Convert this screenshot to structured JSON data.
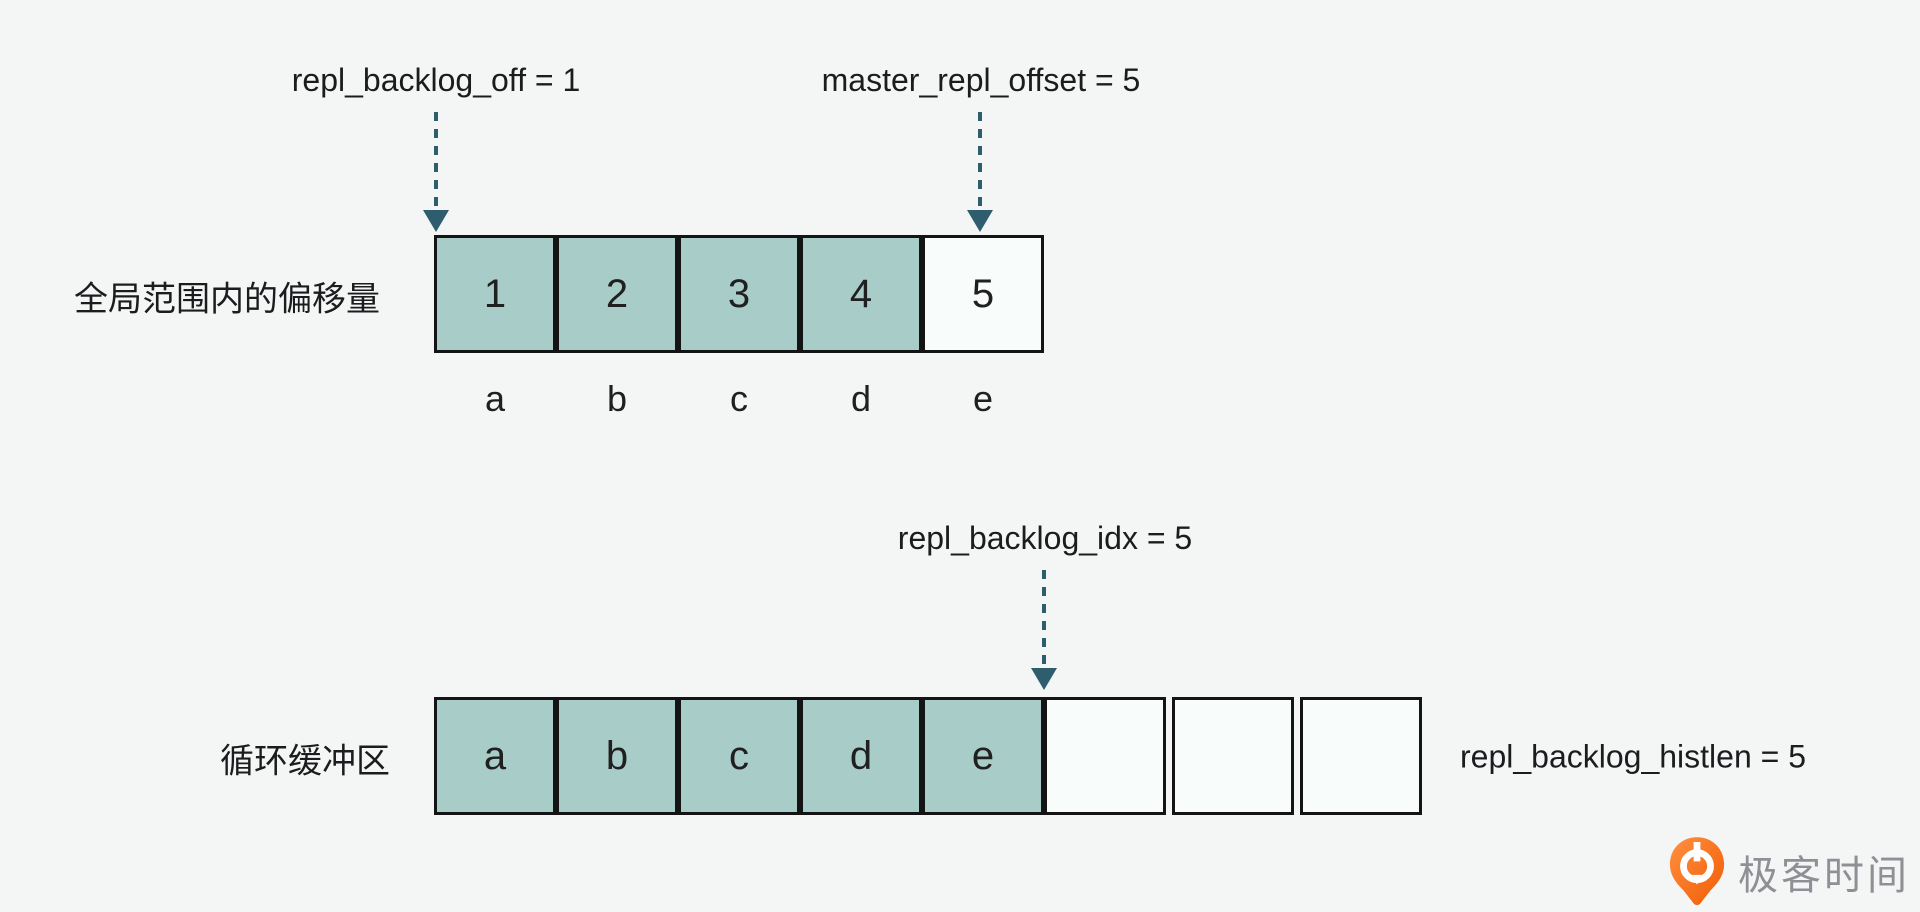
{
  "colors": {
    "background": "#f4f6f6",
    "cell_filled": "#a8ccc7",
    "cell_empty": "#f8fcfb",
    "cell_border": "#141414",
    "arrow": "#2e5d6e",
    "text": "#1c1c1e",
    "logo_orange_light": "#ff9040",
    "logo_orange_dark": "#f15c05",
    "logo_text_gray": "#8e9095"
  },
  "top_section": {
    "row_label": "全局范围内的偏移量",
    "pointer_left": {
      "label": "repl_backlog_off = 1"
    },
    "pointer_right": {
      "label": "master_repl_offset = 5"
    },
    "cells": [
      {
        "value": "1",
        "filled": true
      },
      {
        "value": "2",
        "filled": true
      },
      {
        "value": "3",
        "filled": true
      },
      {
        "value": "4",
        "filled": true
      },
      {
        "value": "5",
        "filled": false
      }
    ],
    "letters": [
      "a",
      "b",
      "c",
      "d",
      "e"
    ]
  },
  "bottom_section": {
    "row_label": "循环缓冲区",
    "pointer": {
      "label": "repl_backlog_idx = 5"
    },
    "cells": [
      {
        "value": "a",
        "filled": true
      },
      {
        "value": "b",
        "filled": true
      },
      {
        "value": "c",
        "filled": true
      },
      {
        "value": "d",
        "filled": true
      },
      {
        "value": "e",
        "filled": true
      },
      {
        "value": "",
        "filled": false
      },
      {
        "value": "",
        "filled": false
      },
      {
        "value": "",
        "filled": false
      }
    ],
    "right_label": "repl_backlog_histlen = 5"
  },
  "branding": {
    "logo_text": "极客时间",
    "logo_icon": "geektime-pin-icon"
  }
}
